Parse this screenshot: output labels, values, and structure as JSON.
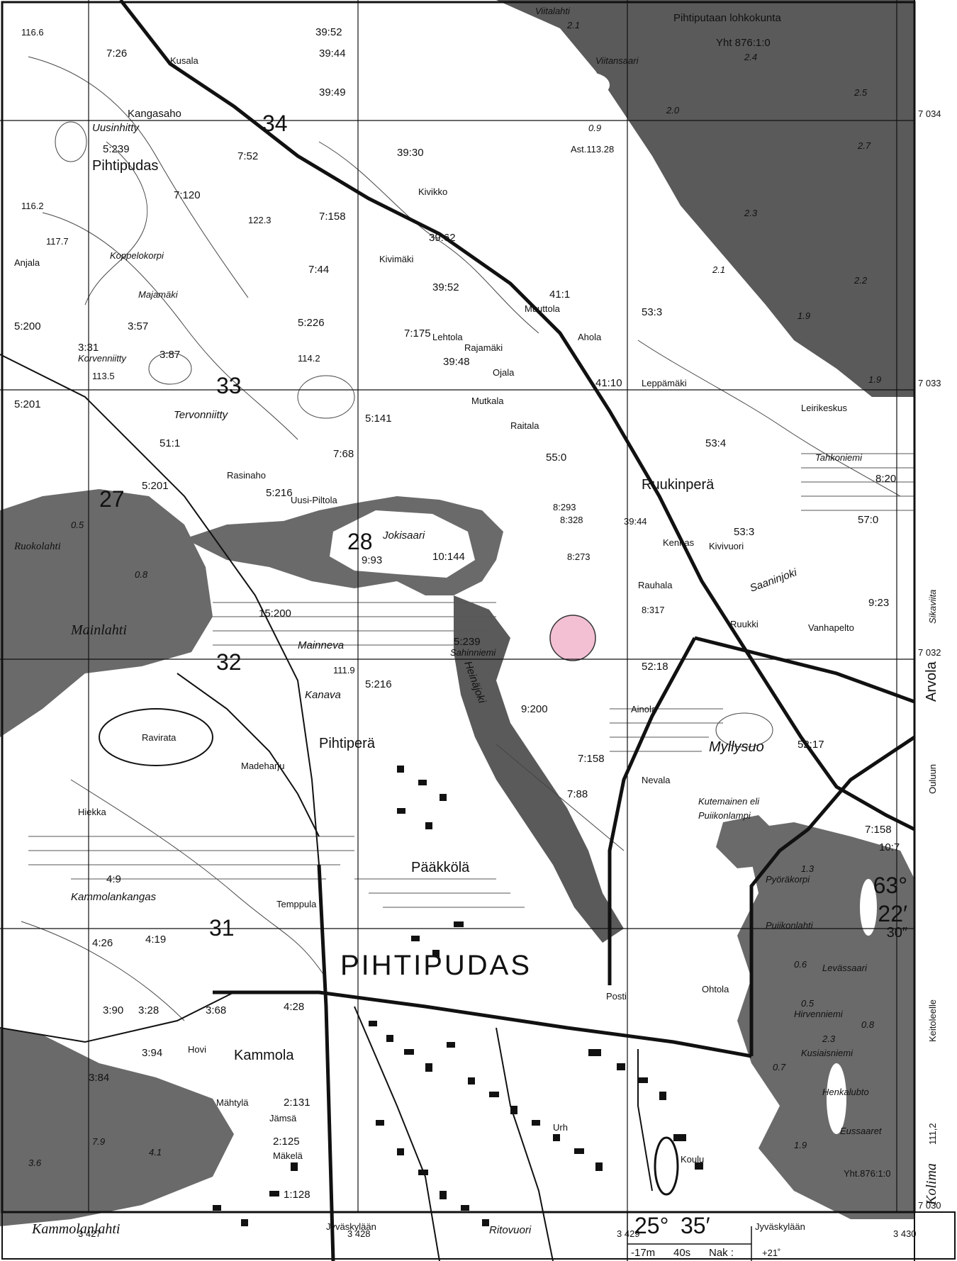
{
  "header": {
    "municipality_area": "Pihtiputaan lohkokunta",
    "area_code": "Yht 876:1:0"
  },
  "grid": {
    "north_labels": [
      "7 034",
      "7 033",
      "7 032",
      "7 030"
    ],
    "east_labels": [
      "3 427",
      "3 428",
      "3 429",
      "3 430"
    ],
    "square_numbers": [
      "34",
      "33",
      "27",
      "28",
      "32",
      "31"
    ]
  },
  "coords": {
    "lat_deg": "63°",
    "lat_min": "22′",
    "lat_sec": "30″",
    "lon_deg": "25°",
    "lon_min": "35′",
    "declination": "-17m",
    "seconds": "40s",
    "nak_label": "Nak :",
    "nak_value": "+21˚"
  },
  "margin": {
    "bottom_left": "Kammolanlahti",
    "bottom_mid1": "Jyväskylään",
    "bottom_mid2": "Ritovuori",
    "bottom_right": "Jyväskylään",
    "right_side1": "Kolima",
    "right_side1_val": "111,2",
    "right_side2": "Keitoleelle",
    "right_side3": "Ouluun",
    "right_side4": "Arvola",
    "right_side5": "Sikaviita"
  },
  "places": {
    "town": "PIHTIPUDAS",
    "pihtipudas_small": "Pihtipudas",
    "ruukinpera": "Ruukinperä",
    "pihtipera": "Pihtiperä",
    "paakkola": "Pääkkölä",
    "kammola": "Kammola",
    "kangasaho": "Kangasaho",
    "uusinhitty": "Uusinhitty",
    "koppelokorpi": "Koppelokorpi",
    "tervonniitty": "Tervonniitty",
    "korvenniitty": "Korvenniitty",
    "jokisaari": "Jokisaari",
    "mainneva": "Mainneva",
    "mainlahti": "Mainlahti",
    "kanava": "Kanava",
    "ravirata": "Ravirata",
    "madeharju": "Madeharju",
    "hiekka": "Hiekka",
    "kammolankangas": "Kammolankangas",
    "temppula": "Temppula",
    "hovi": "Hovi",
    "jamsa": "Jämsä",
    "makela": "Mäkelä",
    "mahtyla": "Mähtylä",
    "myllysuo": "Myllysuo",
    "nevala": "Nevala",
    "ainola": "Ainola",
    "kumea": "Kutemainen eli",
    "puikkonlampi": "Puiikonlampi",
    "pyorakorpi": "Pyöräkorpi",
    "puikonlahti": "Puiikonlahti",
    "levasaari": "Levässaari",
    "hirvenniemi": "Hirvenniemi",
    "kusiaisniemi": "Kusiaisniemi",
    "henkalubto": "Henkalubto",
    "eussaaret": "Eussaaret",
    "ohtola": "Ohtola",
    "posti": "Posti",
    "koulu": "Koulu",
    "urh": "Urh",
    "saaninjoki": "Saaninjoki",
    "ruukki": "Ruukki",
    "vanhapelto": "Vanhapelto",
    "tahkoniemi": "Tahkoniemi",
    "leirikeskus": "Leirikeskus",
    "leppamaki": "Leppämäki",
    "ahola": "Ahola",
    "muuttola": "Muuttola",
    "raitala": "Raitala",
    "mutkala": "Mutkala",
    "ojala": "Ojala",
    "lehtola": "Lehtola",
    "rajamaki": "Rajamäki",
    "kivimaki": "Kivimäki",
    "kivikko": "Kivikko",
    "rasinaho": "Rasinaho",
    "uusipiltola": "Uusi-Piltola",
    "kivivuori": "Kivivuori",
    "kennas": "Kennas",
    "rauhala": "Rauhala",
    "sahiniemi": "Sahinniemi",
    "heinajoki": "Heinäjoki",
    "viitalahti": "Viitalahti",
    "viitansaari": "Viitansaari",
    "ruokolahti": "Ruokolahti",
    "kusala": "Kusala",
    "anjala": "Anjala",
    "majamaki": "Majamäki"
  },
  "numbers": {
    "n1": "39:52",
    "n2": "39:44",
    "n3": "39:49",
    "n4": "39:30",
    "n5": "39:62",
    "n6": "39:52",
    "n7": "39:48",
    "n8": "41:1",
    "n9": "41:10",
    "n10": "53:3",
    "n11": "53:4",
    "n12": "55:0",
    "n13": "57:0",
    "n14": "53:3",
    "n15": "5:239",
    "n16": "7:120",
    "n17": "7:158",
    "n18": "7:44",
    "n19": "7:175",
    "n20": "5:226",
    "n21": "5:141",
    "n22": "7:68",
    "n23": "5:216",
    "n24": "5:200",
    "n25": "3:57",
    "n26": "3:87",
    "n27": "3:31",
    "n28": "5:201",
    "n29": "5:201",
    "n30": "51:1",
    "n31": "9:93",
    "n32": "10:144",
    "n33": "5:239",
    "n34": "15:200",
    "n35": "5:216",
    "n36": "9:200",
    "n37": "7:158",
    "n38": "7:88",
    "n39": "52:17",
    "n40": "52:18",
    "n41": "7:158",
    "n42": "4:9",
    "n43": "4:26",
    "n44": "4:19",
    "n45": "3:90",
    "n46": "3:28",
    "n47": "3:94",
    "n48": "3:84",
    "n49": "3:68",
    "n50": "4:28",
    "n51": "2:131",
    "n52": "2:125",
    "n53": "1:128",
    "n54": "8:20",
    "n55": "9:23",
    "n56": "10:7",
    "n57": "7:26",
    "n58": "7:52",
    "n59": "8:293",
    "n60": "8:328",
    "n61": "39:44",
    "n62": "8:273",
    "n63": "8:317"
  },
  "elevations": {
    "e1": "116.6",
    "e2": "116.2",
    "e3": "117.7",
    "e4": "113.5",
    "e5": "122.3",
    "e6": "114.2",
    "e7": "111.9",
    "e8": "2.1",
    "e9": "2.4",
    "e10": "2.5",
    "e11": "2.0",
    "e12": "2.7",
    "e13": "2.3",
    "e14": "2.1",
    "e15": "2.2",
    "e16": "1.9",
    "e17": "1.9",
    "e18": "0.9",
    "e19": "Ast.113.28",
    "e20": "0.5",
    "e21": "0.8",
    "e22": "0.6",
    "e23": "0.5",
    "e24": "2.3",
    "e25": "0.7",
    "e26": "0.8",
    "e27": "1.3",
    "e28": "1.9",
    "e29": "3.6",
    "e30": "4.1",
    "e31": "7.9",
    "e32": "Yht.876:1:0"
  }
}
